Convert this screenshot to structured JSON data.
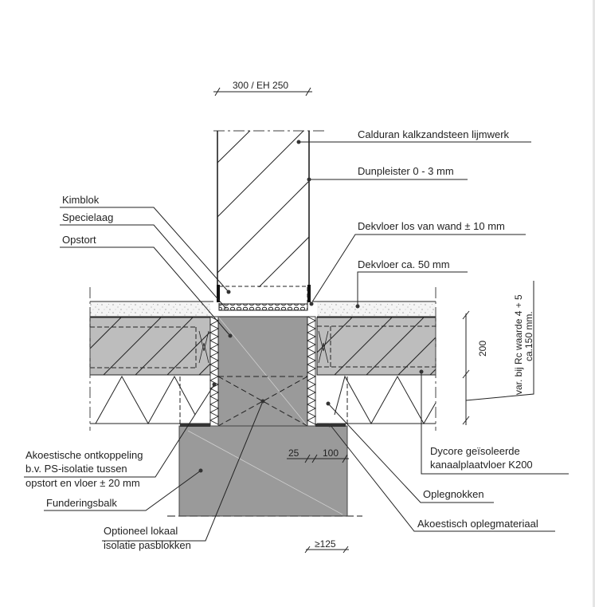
{
  "title": "Funderingsdetail kalkzandsteen wand op funderingsbalk met kanaalplaatvloer",
  "dimensions": {
    "wall_thickness": "300 / EH 250",
    "floor_height": "200",
    "var_note_line1": "var. bij Rc waarde 4 + 5",
    "var_note_line2": "ca.150 mm.",
    "bearing_25": "25",
    "bearing_100": "100",
    "min_width": "≥125"
  },
  "labels_right": [
    {
      "text": "Calduran kalkzandsteen lijmwerk"
    },
    {
      "text": "Dunpleister 0 - 3 mm"
    },
    {
      "text": "Dekvloer los van wand ± 10 mm"
    },
    {
      "text": "Dekvloer ca. 50 mm"
    },
    {
      "text_line1": "Dycore geïsoleerde",
      "text_line2": "kanaalplaatvloer K200"
    },
    {
      "text": "Oplegnokken"
    },
    {
      "text": "Akoestisch oplegmateriaal"
    }
  ],
  "labels_left": [
    {
      "text": "Kimblok"
    },
    {
      "text": "Specielaag"
    },
    {
      "text": "Opstort"
    },
    {
      "text_line1": "Akoestische ontkoppeling",
      "text_line2": "b.v. PS-isolatie tussen",
      "text_line3": "opstort en vloer ± 20 mm"
    },
    {
      "text": "Funderingsbalk"
    },
    {
      "text_line1": "Optioneel lokaal",
      "text_line2": "isolatie pasblokken"
    }
  ],
  "colors": {
    "concrete": "#9a9a9a",
    "slab": "#bdbdbd",
    "screed": "#f2f2f2",
    "line": "#222222"
  }
}
